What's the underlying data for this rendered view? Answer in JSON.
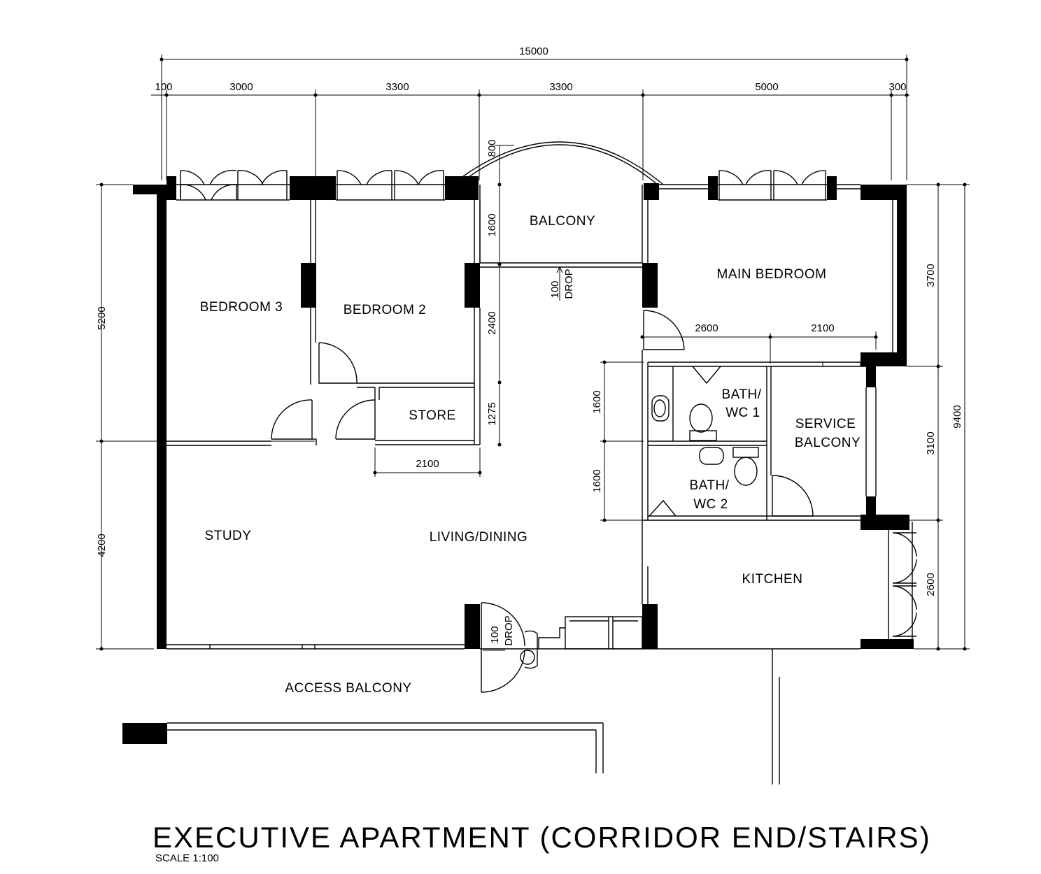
{
  "title": "EXECUTIVE APARTMENT (CORRIDOR END/STAIRS)",
  "scale": "SCALE   1:100",
  "rooms": {
    "bedroom3": "BEDROOM 3",
    "bedroom2": "BEDROOM 2",
    "store": "STORE",
    "balcony": "BALCONY",
    "main_bedroom": "MAIN BEDROOM",
    "bath1_a": "BATH/",
    "bath1_b": "WC 1",
    "bath2_a": "BATH/",
    "bath2_b": "WC 2",
    "service_a": "SERVICE",
    "service_b": "BALCONY",
    "study": "STUDY",
    "living": "LIVING/DINING",
    "kitchen": "KITCHEN",
    "access": "ACCESS BALCONY"
  },
  "drop_notes": {
    "top_a": "100",
    "top_b": "DROP",
    "bottom_a": "100",
    "bottom_b": "DROP"
  },
  "dimensions": {
    "overall_width": "15000",
    "top": [
      "100",
      "3000",
      "3300",
      "3300",
      "5000",
      "300"
    ],
    "balcony_depth": "800",
    "balcony_side": "1600",
    "bed2_depth": "2400",
    "store_depth": "1275",
    "store_width": "2100",
    "main_bed_a": "2600",
    "main_bed_b": "2100",
    "bath_1": "1600",
    "bath_2": "1600",
    "left_upper": "5200",
    "left_lower": "4200",
    "right_main": "3700",
    "right_service": "3100",
    "right_kitchen": "2600",
    "right_overall": "9400"
  }
}
